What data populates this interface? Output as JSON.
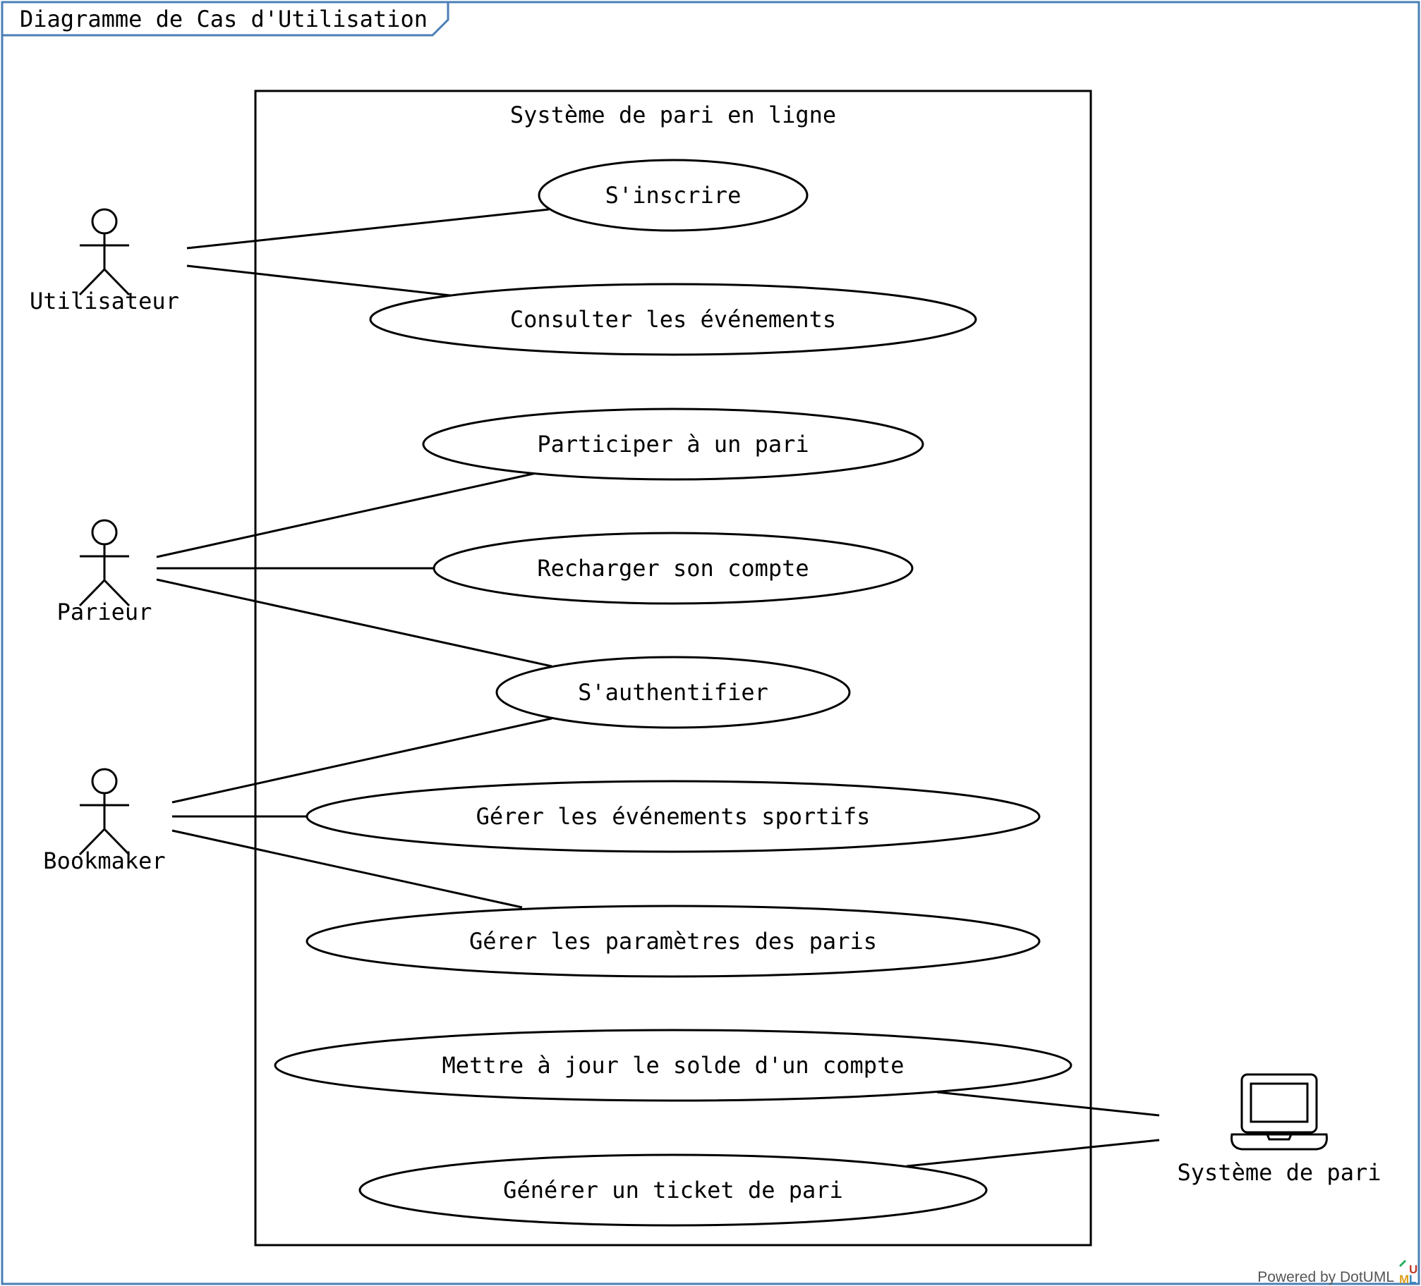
{
  "frame": {
    "title": "Diagramme de Cas d'Utilisation"
  },
  "system": {
    "title": "Système de pari en ligne"
  },
  "actors": [
    {
      "id": "utilisateur",
      "label": "Utilisateur",
      "kind": "stick-figure"
    },
    {
      "id": "parieur",
      "label": "Parieur",
      "kind": "stick-figure"
    },
    {
      "id": "bookmaker",
      "label": "Bookmaker",
      "kind": "stick-figure"
    },
    {
      "id": "systeme-pari",
      "label": "Système de pari",
      "kind": "laptop-icon"
    }
  ],
  "use_cases": [
    {
      "id": "inscrire",
      "label": "S'inscrire"
    },
    {
      "id": "consulter",
      "label": "Consulter les événements"
    },
    {
      "id": "participer",
      "label": "Participer à un pari"
    },
    {
      "id": "recharger",
      "label": "Recharger son compte"
    },
    {
      "id": "authentifier",
      "label": "S'authentifier"
    },
    {
      "id": "gerer-evenements",
      "label": "Gérer les événements sportifs"
    },
    {
      "id": "gerer-parametres",
      "label": "Gérer les paramètres des paris"
    },
    {
      "id": "maj-solde",
      "label": "Mettre à jour le solde d'un compte"
    },
    {
      "id": "generer-ticket",
      "label": "Générer un ticket de pari"
    }
  ],
  "associations": [
    {
      "from": "utilisateur",
      "to": "inscrire"
    },
    {
      "from": "utilisateur",
      "to": "consulter"
    },
    {
      "from": "parieur",
      "to": "participer"
    },
    {
      "from": "parieur",
      "to": "recharger"
    },
    {
      "from": "parieur",
      "to": "authentifier"
    },
    {
      "from": "bookmaker",
      "to": "authentifier"
    },
    {
      "from": "bookmaker",
      "to": "gerer-evenements"
    },
    {
      "from": "bookmaker",
      "to": "gerer-parametres"
    },
    {
      "from": "systeme-pari",
      "to": "maj-solde"
    },
    {
      "from": "systeme-pari",
      "to": "generer-ticket"
    }
  ],
  "footer": {
    "powered_by": "Powered by DotUML",
    "logo_letters": "UML"
  }
}
